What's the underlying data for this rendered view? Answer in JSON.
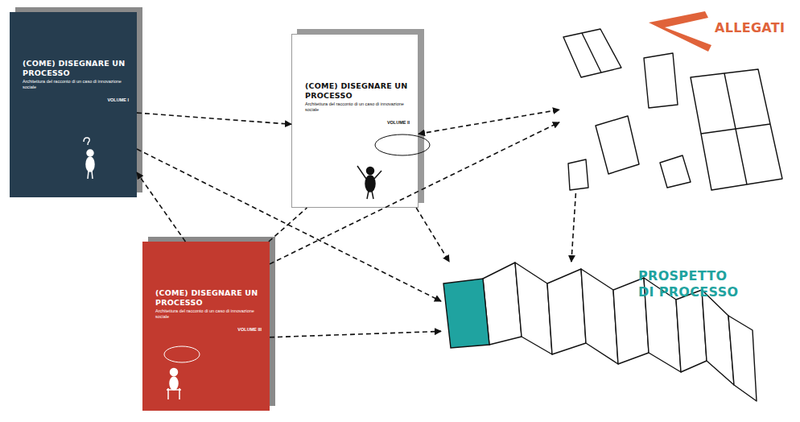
{
  "diagram": {
    "nodes": [
      {
        "text": [
          "(COME) DISEGNARE UN PROCESSO",
          "Architettura del racconto di un caso di innovazione sociale",
          "VOLUME I"
        ]
      },
      {
        "text": [
          "(COME) DISEGNARE UN PROCESSO",
          "Architettura del racconto di un caso di innovazione sociale",
          "VOLUME II"
        ]
      },
      {
        "text": [
          "(COME) DISEGNARE UN PROCESSO",
          "Architettura del racconto di un caso di innovazione sociale",
          "VOLUME III"
        ]
      },
      {
        "text": [
          "ALLEGATI"
        ]
      },
      {
        "text": [
          "PROSPETTO DI PROCESSO"
        ]
      }
    ],
    "edges": [
      {
        "from": 0,
        "to": 1,
        "arrow": "to"
      },
      {
        "from": 1,
        "to": 3,
        "arrow": "both"
      },
      {
        "from": 2,
        "to": 0,
        "arrow": "to"
      },
      {
        "from": 0,
        "to": 4,
        "arrow": "to"
      },
      {
        "from": 1,
        "to": 4,
        "arrow": "to"
      },
      {
        "from": 2,
        "to": 4,
        "arrow": "to"
      },
      {
        "from": 2,
        "to": 3,
        "arrow": "to"
      },
      {
        "from": 2,
        "to": 1,
        "arrow": "none"
      },
      {
        "from": 3,
        "to": 4,
        "arrow": "to"
      }
    ]
  }
}
